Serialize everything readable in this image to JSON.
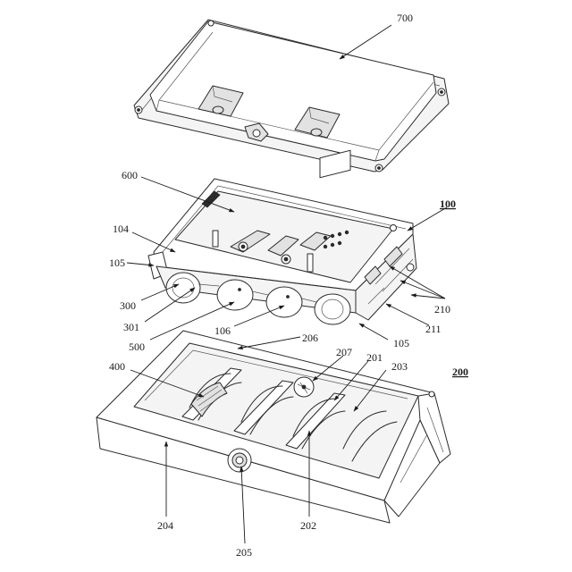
{
  "labels": {
    "l700": "700",
    "l600": "600",
    "l100": "100",
    "l104": "104",
    "l105a": "105",
    "l300": "300",
    "l301": "301",
    "l500": "500",
    "l106": "106",
    "l210": "210",
    "l211": "211",
    "l105b": "105",
    "l206": "206",
    "l207": "207",
    "l201": "201",
    "l203": "203",
    "l400": "400",
    "l200": "200",
    "l204": "204",
    "l202": "202",
    "l205": "205"
  }
}
